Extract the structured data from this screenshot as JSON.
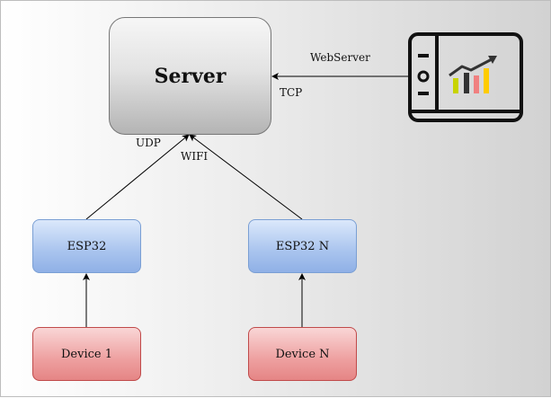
{
  "server": {
    "label": "Server"
  },
  "nodes": {
    "esp1": "ESP32",
    "espn": "ESP32 N",
    "device1": "Device 1",
    "devicen": "Device N"
  },
  "edge_labels": {
    "udp": "UDP",
    "wifi": "WIFI",
    "webserver": "WebServer",
    "tcp": "TCP"
  },
  "dashboard": {
    "icon": "dashboard-chart-icon",
    "bar_colors": [
      "#c8d400",
      "#333333",
      "#f08080",
      "#ffcc00"
    ]
  }
}
